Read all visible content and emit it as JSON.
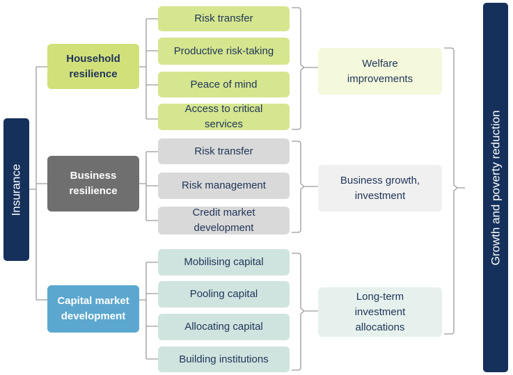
{
  "root": "Insurance",
  "outcome": "Growth and poverty reduction",
  "groups": [
    {
      "category": [
        "Household",
        "resilience"
      ],
      "items": [
        [
          "Risk transfer"
        ],
        [
          "Productive risk-taking"
        ],
        [
          "Peace of mind"
        ],
        [
          "Access to critical",
          "services"
        ]
      ],
      "result": [
        "Welfare",
        "improvements"
      ]
    },
    {
      "category": [
        "Business",
        "resilience"
      ],
      "items": [
        [
          "Risk transfer"
        ],
        [
          "Risk management"
        ],
        [
          "Credit market",
          "development"
        ]
      ],
      "result": [
        "Business growth,",
        "investment"
      ]
    },
    {
      "category": [
        "Capital market",
        "development"
      ],
      "items": [
        [
          "Mobilising capital"
        ],
        [
          "Pooling capital"
        ],
        [
          "Allocating capital"
        ],
        [
          "Building institutions"
        ]
      ],
      "result": [
        "Long-term",
        "investment",
        "allocations"
      ]
    }
  ],
  "colors": {
    "navy": "#15305b",
    "green": "#d2e07a",
    "gray": "#6f6f6f",
    "blue": "#5ba7cf",
    "line": "#9a9a9a"
  }
}
